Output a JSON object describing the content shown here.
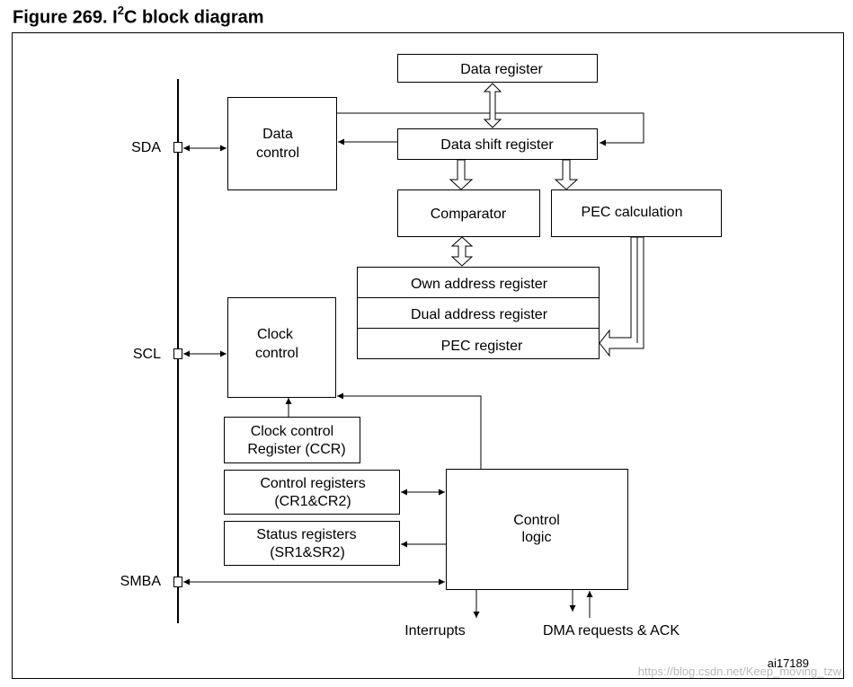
{
  "figure": {
    "number": "Figure 269.",
    "title_pre": "I",
    "title_sup": "2",
    "title_post": "C block diagram"
  },
  "pins": {
    "sda": "SDA",
    "scl": "SCL",
    "smba": "SMBA"
  },
  "blocks": {
    "data_register": "Data register",
    "data_shift_register": "Data shift register",
    "data_control": [
      "Data",
      "control"
    ],
    "comparator": "Comparator",
    "pec_calculation": "PEC calculation",
    "own_address_register": "Own address register",
    "dual_address_register": "Dual address register",
    "pec_register": "PEC register",
    "clock_control": [
      "Clock",
      "control"
    ],
    "ccr": [
      "Clock control",
      "Register (CCR)"
    ],
    "control_registers": [
      "Control registers",
      "(CR1&CR2)"
    ],
    "status_registers": [
      "Status registers",
      "(SR1&SR2)"
    ],
    "control_logic": [
      "Control",
      "logic"
    ]
  },
  "outputs": {
    "interrupts": "Interrupts",
    "dma": "DMA requests & ACK"
  },
  "figure_code": "ai17189",
  "watermark": "https://blog.csdn.net/Keep_moving_tzw"
}
